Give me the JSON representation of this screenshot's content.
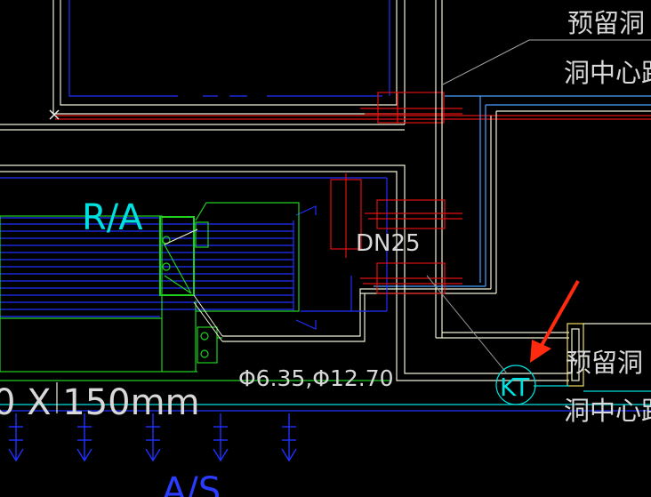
{
  "drawing": {
    "labels": {
      "reserved_hole_top": "预留洞",
      "hole_center_top": "洞中心距",
      "reserved_hole_right": "预留洞",
      "hole_center_right": "洞中心距",
      "return_air": "R/A",
      "pipe_size": "DN25",
      "refrigerant_pipe": "Φ6.35,Φ12.70",
      "duct_size": "0 X 150mm",
      "equipment_tag": "KT",
      "supply_air": "A/S"
    },
    "colors": {
      "background": "#000000",
      "white_line": "#f0f0d8",
      "blue_line": "#2030ff",
      "light_blue_line": "#4aa0ff",
      "red_line": "#e01010",
      "green_line": "#20d020",
      "cyan_line": "#00e0e0",
      "grey_text": "#d8d8d8",
      "arrow_red": "#ff2a10"
    }
  }
}
